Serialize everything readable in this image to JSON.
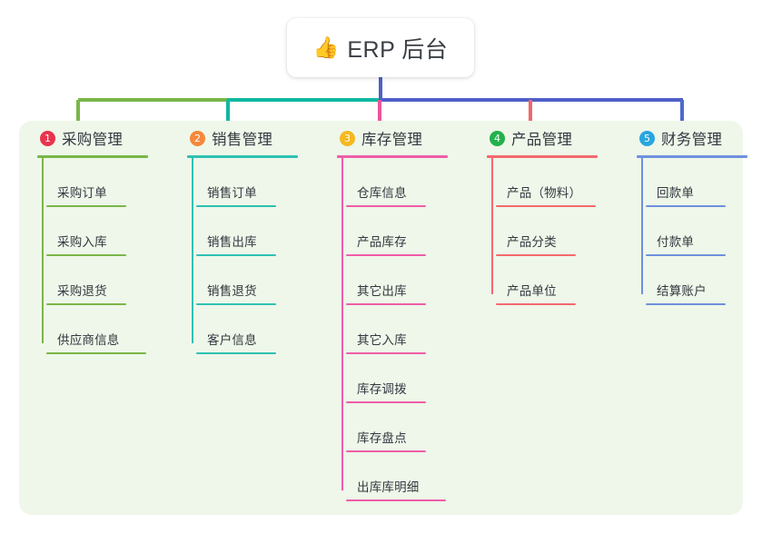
{
  "root": {
    "icon": "thumbs-up-icon",
    "icon_glyph": "👍",
    "title": "ERP 后台"
  },
  "panel": {
    "background_color": "#eef7e9"
  },
  "connector_colors": {
    "root_stem": "#4b63c4",
    "bus_green": "#7ab648",
    "bus_teal": "#0fb8a0",
    "bus_blue": "#4f5fc8",
    "drop_1": "#7ab648",
    "drop_2": "#0fb8a0",
    "drop_3": "#e8559b",
    "drop_4": "#f2666b",
    "drop_5": "#4b6ccb"
  },
  "columns": [
    {
      "index": "1",
      "badge_color": "#e8344e",
      "accent_color": "#7ab648",
      "title": "采购管理",
      "items": [
        {
          "label": "采购订单"
        },
        {
          "label": "采购入库"
        },
        {
          "label": "采购退货"
        },
        {
          "label": "供应商信息"
        }
      ]
    },
    {
      "index": "2",
      "badge_color": "#f5883c",
      "accent_color": "#2fc1b3",
      "title": "销售管理",
      "items": [
        {
          "label": "销售订单"
        },
        {
          "label": "销售出库"
        },
        {
          "label": "销售退货"
        },
        {
          "label": "客户信息"
        }
      ]
    },
    {
      "index": "3",
      "badge_color": "#f5b820",
      "accent_color": "#ef5da8",
      "title": "库存管理",
      "items": [
        {
          "label": "仓库信息"
        },
        {
          "label": "产品库存"
        },
        {
          "label": "其它出库"
        },
        {
          "label": "其它入库"
        },
        {
          "label": "库存调拨"
        },
        {
          "label": "库存盘点"
        },
        {
          "label": "出库库明细"
        }
      ]
    },
    {
      "index": "4",
      "badge_color": "#22b14c",
      "accent_color": "#f4696e",
      "title": "产品管理",
      "items": [
        {
          "label": "产品（物料）"
        },
        {
          "label": "产品分类"
        },
        {
          "label": "产品单位"
        }
      ]
    },
    {
      "index": "5",
      "badge_color": "#28a5e0",
      "accent_color": "#6f90de",
      "title": "财务管理",
      "items": [
        {
          "label": "回款单"
        },
        {
          "label": "付款单"
        },
        {
          "label": "结算账户"
        }
      ]
    }
  ]
}
